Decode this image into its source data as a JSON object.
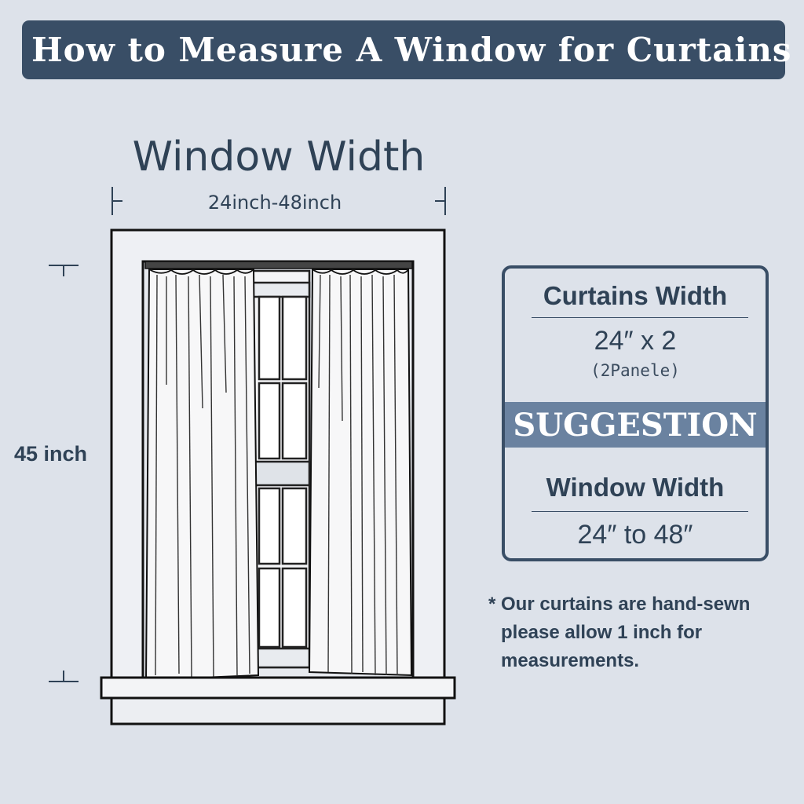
{
  "header": {
    "title": "How to Measure A Window for Curtains"
  },
  "diagram": {
    "width_title": "Window Width",
    "width_range": "24inch-48inch",
    "height_label": "45 inch"
  },
  "card": {
    "curtains_width_heading": "Curtains Width",
    "curtains_width_value": "24″  x 2",
    "panels_note": "(2Panele)",
    "suggestion_label": "SUGGESTION",
    "window_width_heading": "Window Width",
    "window_width_value": "24″  to 48″"
  },
  "footnote": {
    "line1": "* Our curtains are hand-sewn",
    "line2": "please allow 1 inch for",
    "line3": "measurements."
  },
  "colors": {
    "banner": "#394e66",
    "background": "#dde2ea",
    "text": "#2f4256",
    "suggestion_bar": "#6a82a0"
  }
}
